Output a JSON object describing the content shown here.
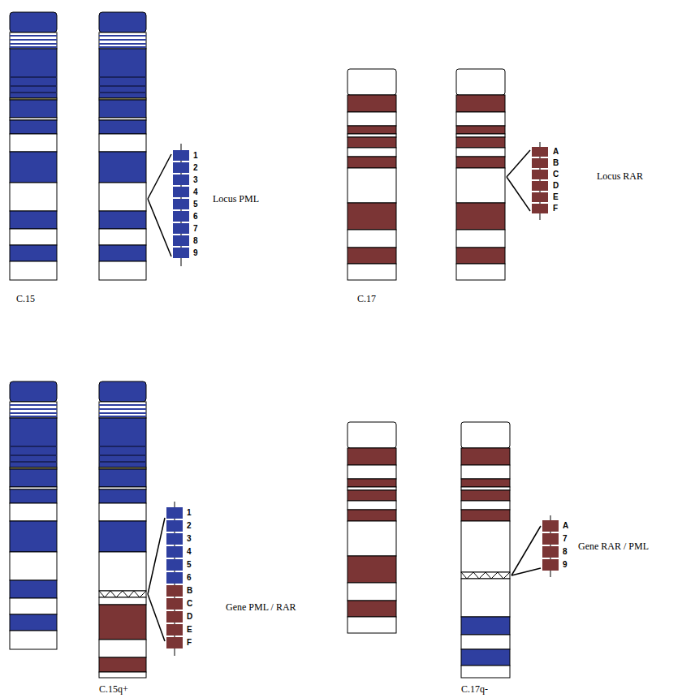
{
  "diagram": {
    "labels": [
      "1",
      "2",
      "3",
      "4",
      "5",
      "6",
      "7",
      "8",
      "9",
      "Locus PML",
      "C.15",
      "A",
      "B",
      "C",
      "D",
      "E",
      "F",
      "Locus RAR",
      "C.17",
      "1",
      "2",
      "3",
      "4",
      "5",
      "6",
      "B",
      "C",
      "D",
      "E",
      "F",
      "Gene PML / RAR",
      "C.15q+",
      "A",
      "7",
      "8",
      "9",
      "Gene RAR / PML",
      "C.17q-"
    ]
  }
}
